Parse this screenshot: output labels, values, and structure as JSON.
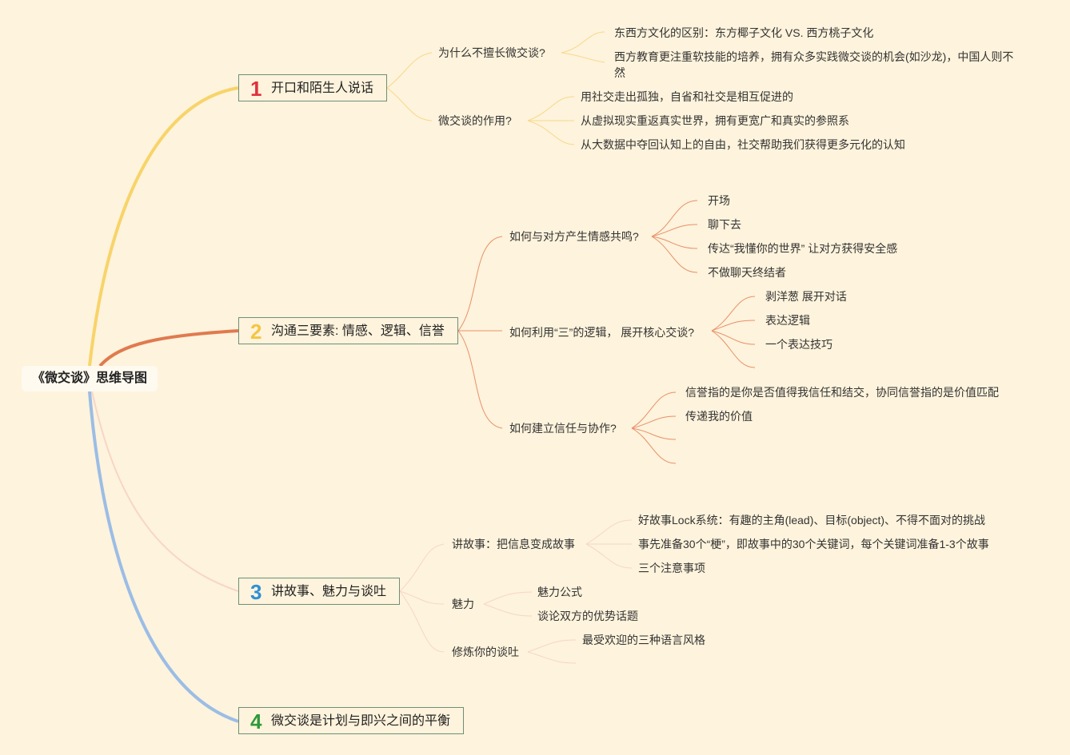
{
  "title": "《微交谈》思维导图",
  "branches": [
    {
      "num": "1",
      "color": "#e0303e",
      "line_color": "#f7d46a",
      "label": "开口和陌生人说话",
      "subs": [
        {
          "label": "为什么不擅长微交谈?",
          "leaves": [
            "东西方文化的区别：东方椰子文化 VS. 西方桃子文化",
            "西方教育更注重软技能的培养，拥有众多实践微交谈的机会(如沙龙)，中国人则不",
            "然"
          ]
        },
        {
          "label": "微交谈的作用?",
          "leaves": [
            "用社交走出孤独，自省和社交是相互促进的",
            "从虚拟现实重返真实世界，拥有更宽广和真实的参照系",
            "从大数据中夺回认知上的自由，社交帮助我们获得更多元化的认知"
          ]
        }
      ]
    },
    {
      "num": "2",
      "color": "#f5c542",
      "line_color": "#e07a4f",
      "label": "沟通三要素: 情感、逻辑、信誉",
      "subs": [
        {
          "label": "如何与对方产生情感共鸣?",
          "leaves": [
            "开场",
            "聊下去",
            "传达“我懂你的世界” 让对方获得安全感",
            "不做聊天终结者"
          ]
        },
        {
          "label": "如何利用“三”的逻辑， 展开核心交谈?",
          "leaves": [
            "剥洋葱 展开对话",
            "表达逻辑",
            "一个表达技巧"
          ]
        },
        {
          "label": "如何建立信任与协作?",
          "leaves": [
            "信誉指的是你是否值得我信任和结交，协同信誉指的是价值匹配",
            "传递我的价值"
          ]
        }
      ]
    },
    {
      "num": "3",
      "color": "#2e8fd8",
      "line_color": "#f6d6c7",
      "label": "讲故事、魅力与谈吐",
      "subs": [
        {
          "label": "讲故事：把信息变成故事",
          "leaves": [
            "好故事Lock系统：有趣的主角(lead)、目标(object)、不得不面对的挑战",
            "事先准备30个“梗”，即故事中的30个关键词，每个关键词准备1-3个故事",
            "三个注意事项"
          ]
        },
        {
          "label": "魅力",
          "leaves": [
            "魅力公式",
            "谈论双方的优势话题"
          ]
        },
        {
          "label": "修炼你的谈吐",
          "leaves": [
            "最受欢迎的三种语言风格"
          ]
        }
      ]
    },
    {
      "num": "4",
      "color": "#2e9a3a",
      "line_color": "#9bbde6",
      "label": "微交谈是计划与即兴之间的平衡",
      "subs": []
    }
  ]
}
